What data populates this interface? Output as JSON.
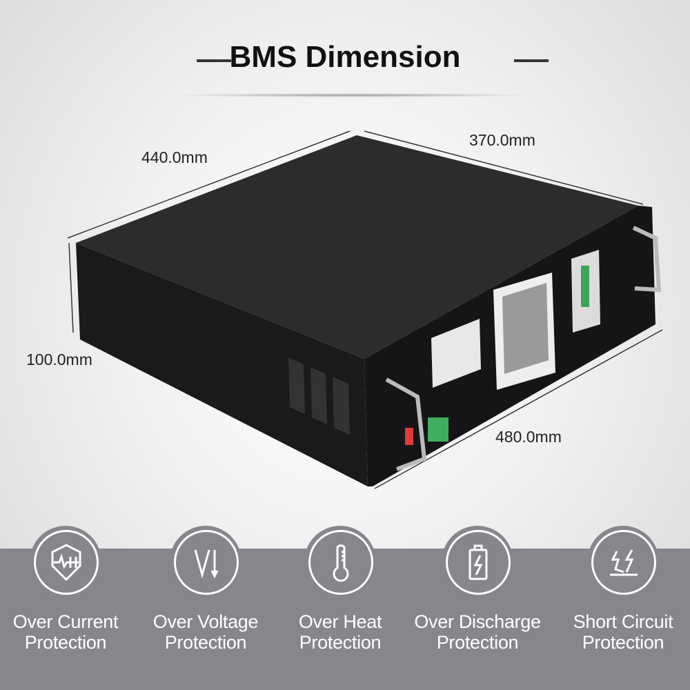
{
  "title": "BMS Dimension",
  "dimensions": {
    "depth_left": "440.0mm",
    "depth_right": "370.0mm",
    "height": "100.0mm",
    "width": "480.0mm"
  },
  "features": [
    {
      "icon": "shield-current-icon",
      "line1": "Over Current",
      "line2": "Protection"
    },
    {
      "icon": "voltage-down-icon",
      "line1": "Over Voltage",
      "line2": "Protection"
    },
    {
      "icon": "thermometer-icon",
      "line1": "Over Heat",
      "line2": "Protection"
    },
    {
      "icon": "battery-bolt-icon",
      "line1": "Over Discharge",
      "line2": "Protection"
    },
    {
      "icon": "short-circuit-icon",
      "line1": "Short Circuit",
      "line2": "Protection"
    }
  ],
  "colors": {
    "band": "#86878c",
    "device": "#1e1e20"
  }
}
